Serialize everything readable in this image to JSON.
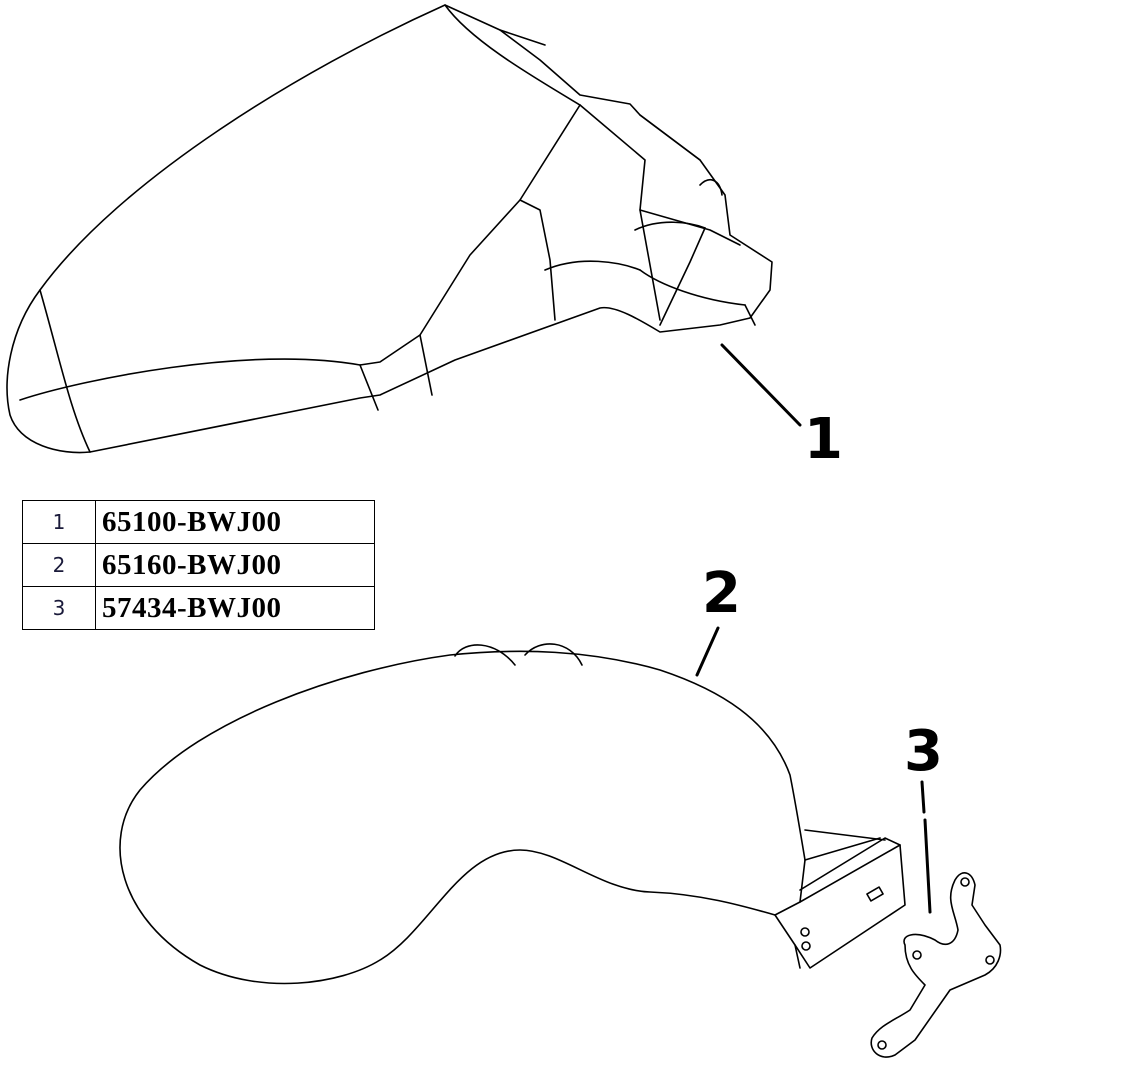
{
  "parts_table": [
    {
      "index": "1",
      "part_number": "65100-BWJ00"
    },
    {
      "index": "2",
      "part_number": "65160-BWJ00"
    },
    {
      "index": "3",
      "part_number": "57434-BWJ00"
    }
  ],
  "callouts": {
    "part_1": "1",
    "part_2": "2",
    "part_3": "3"
  }
}
